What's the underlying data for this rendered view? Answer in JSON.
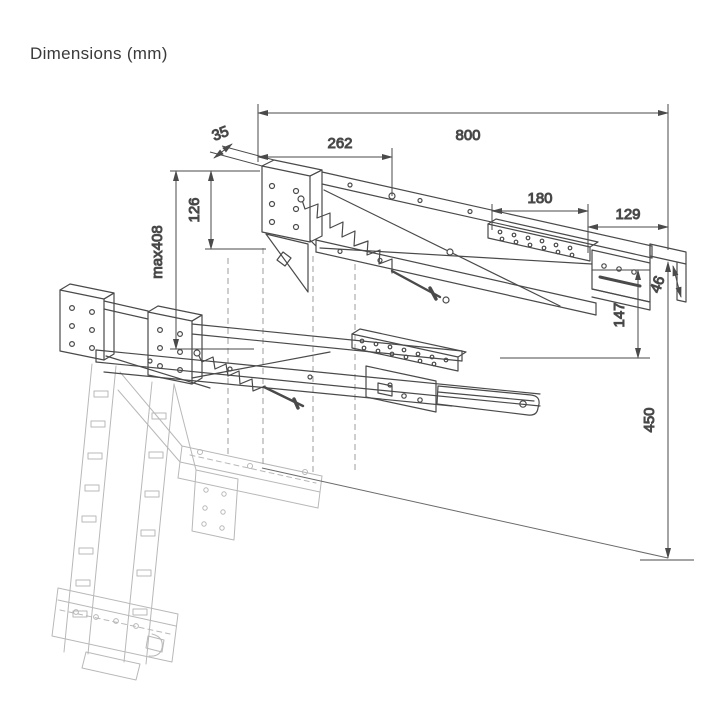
{
  "title": "Dimensions (mm)",
  "colors": {
    "line": "#4a4a4a",
    "phantom": "#b8b8b8",
    "projection": "#9c9c9c",
    "text": "#3f3f3f",
    "background": "#ffffff"
  },
  "dimensions": {
    "d35": "35",
    "d262": "262",
    "d800": "800",
    "d126": "126",
    "dmax408": "max408",
    "d180": "180",
    "d129": "129",
    "d46": "46",
    "d147": "147",
    "d450": "450"
  }
}
